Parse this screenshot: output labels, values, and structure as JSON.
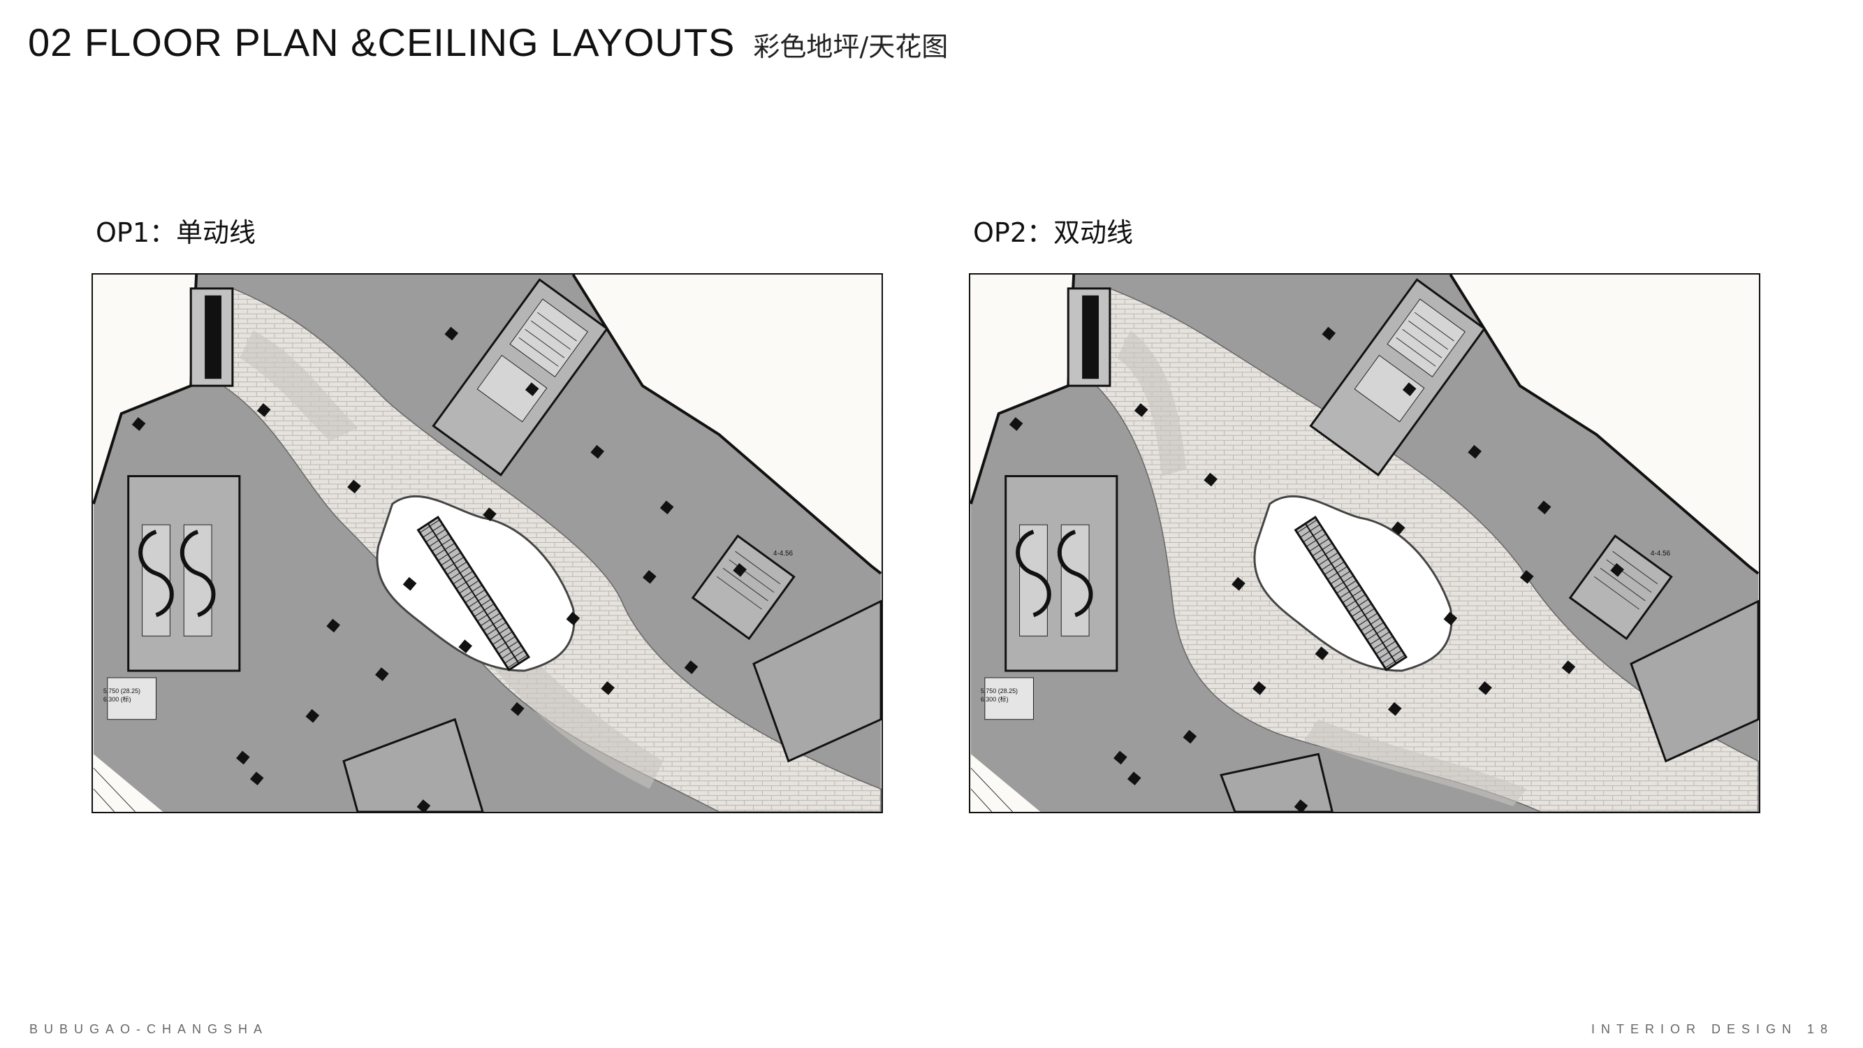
{
  "header": {
    "title": "02  FLOOR PLAN &CEILING LAYOUTS",
    "subtitle": "彩色地坪/天花图"
  },
  "options": [
    {
      "label": "OP1：单动线"
    },
    {
      "label": "OP2：双动线"
    }
  ],
  "plan_annotations": {
    "level_a": "5.750 (28.25)",
    "level_b": "6.300 (标)",
    "level_c": "4-4.56"
  },
  "colors": {
    "floor_gray": "#9c9c9c",
    "walkway_light": "#e4e1dc",
    "walkway_dark": "#c8c5c0",
    "void": "#ffffff",
    "walls": "#111111"
  },
  "footer": {
    "left": "BUBUGAO-CHANGSHA",
    "right": "INTERIOR DESIGN 18"
  }
}
